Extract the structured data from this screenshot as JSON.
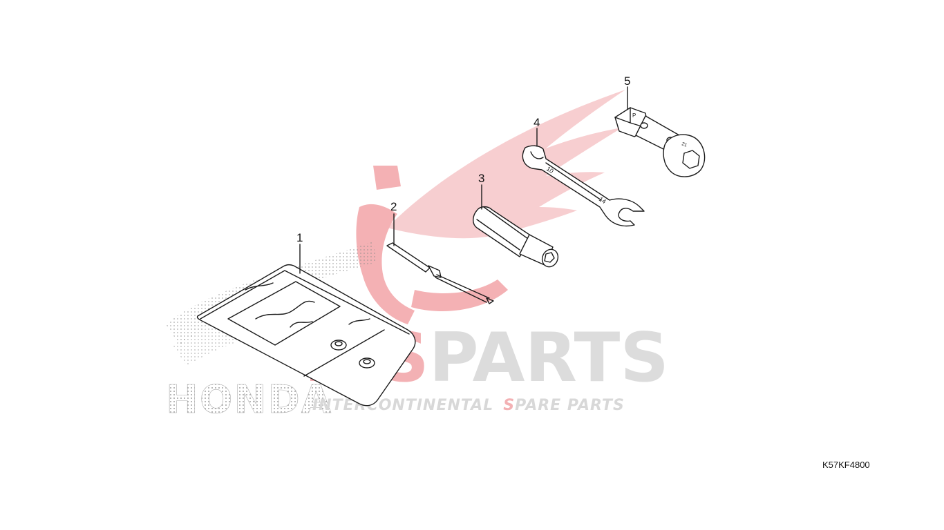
{
  "watermark": {
    "brand": "ICSPARTS",
    "brand_prefix": "ICS",
    "brand_suffix": "PARTS",
    "tagline_prefix": "INTERCONTINENTAL",
    "tagline_spare_initial": "S",
    "tagline_rest": "PARE PARTS",
    "background_logo_text": "HONDA",
    "brand_color_red": "#e8343a",
    "brand_color_grey": "#d9d9d9"
  },
  "callouts": [
    {
      "number": "1",
      "part": "tool-bag"
    },
    {
      "number": "2",
      "part": "screwdriver-blade"
    },
    {
      "number": "3",
      "part": "screwdriver-handle"
    },
    {
      "number": "4",
      "part": "open-end-wrench"
    },
    {
      "number": "5",
      "part": "spark-plug-box-wrench"
    }
  ],
  "wrench_markings": {
    "small_end": "10",
    "large_end": "14"
  },
  "box_wrench_markings": {
    "top": "P",
    "side": "21"
  },
  "diagram_code": "K57KF4800"
}
